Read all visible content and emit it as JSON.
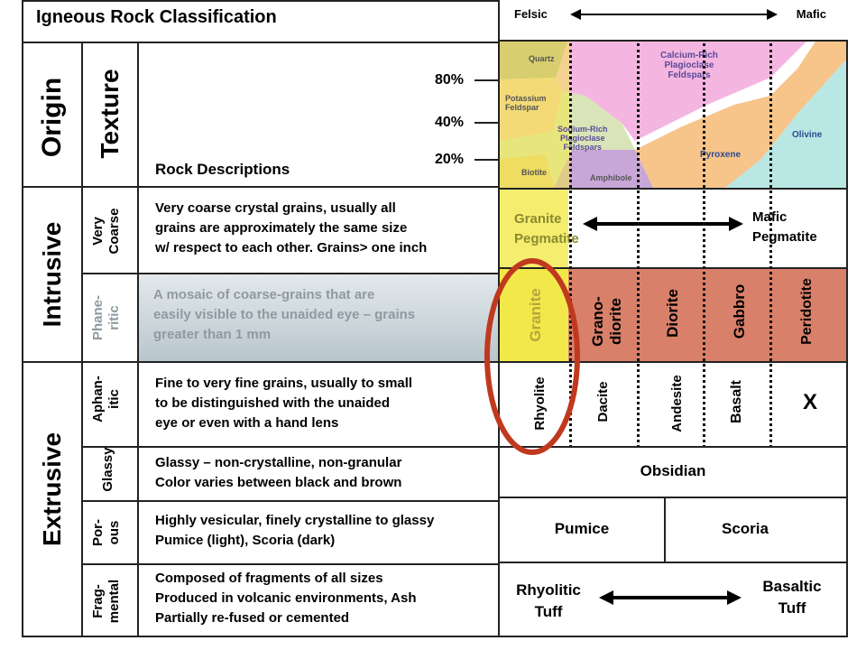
{
  "title": "Igneous Rock Classification",
  "scale": {
    "left": "Felsic",
    "right": "Mafic"
  },
  "headers": {
    "origin": "Origin",
    "texture": "Texture",
    "rock_descriptions": "Rock Descriptions"
  },
  "percent_labels": [
    "80%",
    "40%",
    "20%"
  ],
  "mineral_labels": {
    "quartz": "Quartz",
    "potassium_feldspar": "Potassium\nFeldspar",
    "calcium_plagioclase": "Calcium-Rich\nPlagioclase\nFeldspars",
    "sodium_plagioclase": "Sodium-Rich\nPlagioclase\nFeldspars",
    "olivine": "Olivine",
    "pyroxene": "Pyroxene",
    "biotite": "Biotite",
    "amphibole": "Amphibole"
  },
  "origins": {
    "intrusive": "Intrusive",
    "extrusive": "Extrusive"
  },
  "textures": {
    "very_coarse": "Very\nCoarse",
    "phaneritic": "Phane-\nritic",
    "aphanitic": "Aphan-\nitic",
    "glassy": "Glassy",
    "porous": "Por-\nous",
    "fragmental": "Frag-\nmental"
  },
  "descriptions": {
    "very_coarse": "Very coarse crystal grains, usually all\ngrains are approximately the same size\nw/ respect to each other.  Grains> one inch",
    "phaneritic": "A mosaic of coarse-grains that are\neasily visible to the unaided eye – grains\ngreater than 1 mm",
    "aphanitic": "Fine to very fine grains, usually to small\nto be distinguished with the unaided\neye or even with a hand lens",
    "glassy": "Glassy – non-crystalline, non-granular\nColor varies between black and brown",
    "porous": "Highly vesicular, finely crystalline to glassy\nPumice (light), Scoria (dark)",
    "fragmental": "Composed of fragments of all sizes\nProduced in volcanic environments, Ash\nPartially re-fused or cemented"
  },
  "rocks": {
    "granite_pegmatite": "Granite\nPegmatite",
    "mafic_pegmatite": "Mafic\nPegmatite",
    "phaneritic": [
      "Granite",
      "Grano-\ndiorite",
      "Diorite",
      "Gabbro",
      "Peridotite"
    ],
    "aphanitic": [
      "Rhyolite",
      "Dacite",
      "Andesite",
      "Basalt"
    ],
    "aphanitic_x": "X",
    "obsidian": "Obsidian",
    "pumice": "Pumice",
    "scoria": "Scoria",
    "rhyolitic_tuff": "Rhyolitic\nTuff",
    "basaltic_tuff": "Basaltic\nTuff"
  },
  "colors": {
    "felsic_band": "#f2e84a",
    "phaneritic_row": "#c9d7df",
    "mafic_phaneritic": "#d9806a",
    "highlight_circle": "#c0391f"
  }
}
